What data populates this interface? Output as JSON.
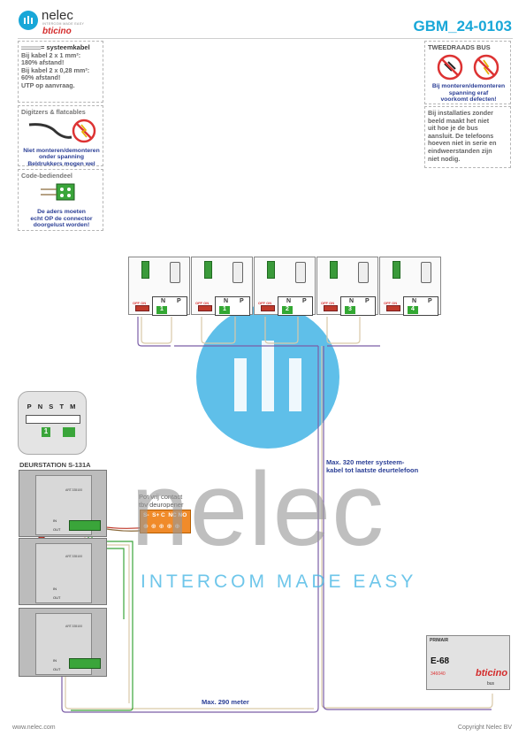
{
  "header": {
    "brand": "nelec",
    "tagline": "INTERCOM MADE EASY",
    "partner": "bticino",
    "doc_code": "GBM_24-0103"
  },
  "left_boxes": {
    "cable": {
      "title": "= systeemkabel",
      "lines": [
        "Bij kabel 2 x 1 mm²:",
        "180% afstand!",
        "Bij kabel 2 x 0,28 mm²:",
        "60% afstand!",
        "UTP op aanvraag."
      ]
    },
    "digitizers": {
      "title": "Digitzers & flatcables",
      "lines": [
        "Niet monteren/demonteren",
        "onder spanning",
        "Beldrukkers mogen wel"
      ]
    },
    "code": {
      "title": "Code-bediendeel",
      "lines": [
        "De aders moeten",
        "echt OP de connector",
        "doorgelust worden!"
      ]
    }
  },
  "right_boxes": {
    "bus": {
      "title": "TWEEDRAADS BUS",
      "lines": [
        "Bij monteren/demonteren",
        "spanning eraf",
        "voorkomt defecten!"
      ]
    },
    "install": {
      "lines": [
        "Bij installaties zonder",
        "beeld maakt het niet",
        "uit hoe je de bus",
        "aansluit. De telefoons",
        "hoeven niet in serie en",
        "eindweerstanden zijn",
        "niet nodig."
      ]
    }
  },
  "phones": {
    "switch_label": "OFF ON",
    "n_label": "N",
    "p_label": "P",
    "items": [
      {
        "num": "1"
      },
      {
        "num": "1"
      },
      {
        "num": "2"
      },
      {
        "num": "3"
      },
      {
        "num": "4"
      }
    ]
  },
  "door_station": {
    "title": "DEURSTATION S-131A",
    "terminals": [
      "P",
      "N",
      "S",
      "T",
      "M"
    ],
    "switch_num": "1",
    "module_label": "ART.335100",
    "in_label": "IN",
    "out_label": "OUT"
  },
  "relay": {
    "caption_line1": "Pot vrij contact",
    "caption_line2": "tbv deuropener",
    "terminals": "S-  S+ C  NC NO"
  },
  "notes": {
    "max320_line1": "Max. 320 meter systeem-",
    "max320_line2": "kabel tot laatste deurtelefoon",
    "max290": "Max. 290 meter"
  },
  "power_supply": {
    "label_primair": "PRIMAIR",
    "model": "E-68",
    "code": "346040",
    "brand": "bticino",
    "bus_label": "bus"
  },
  "footer": {
    "left": "www.nelec.com",
    "right": "Copyright Nelec BV"
  },
  "watermark": {
    "word": "nelec",
    "tagline": "INTERCOM MADE EASY"
  },
  "colors": {
    "accent": "#18a7d8",
    "navy": "#2b3f96",
    "wire_red": "#c0392b",
    "wire_green": "#3aa53a",
    "wire_beige": "#d9c9a8",
    "wire_purple": "#7b5ea7",
    "terminal_orange": "#f08b2a"
  }
}
